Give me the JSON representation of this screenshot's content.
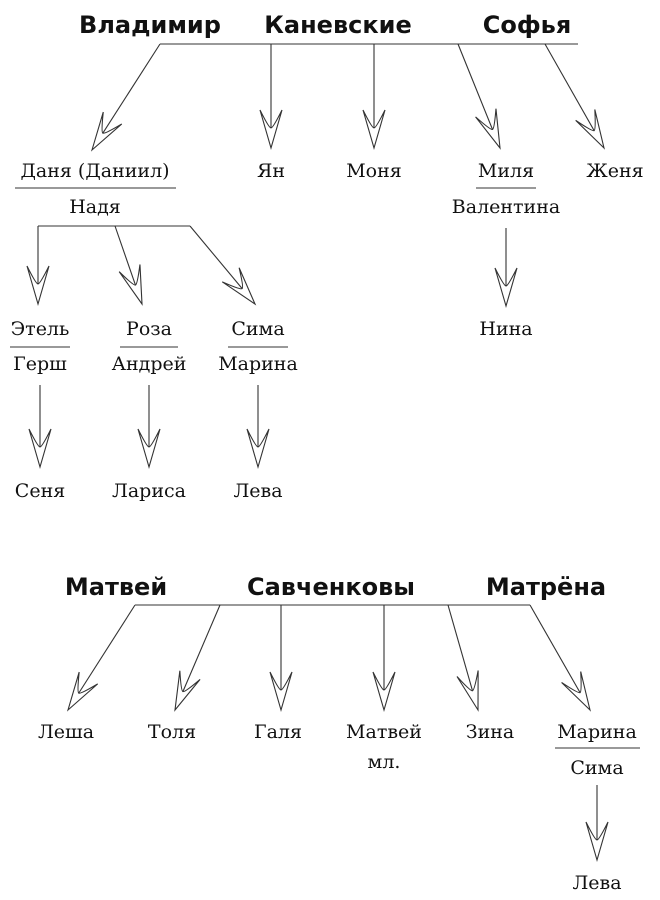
{
  "tree1": {
    "father": "Владимир",
    "family": "Каневские",
    "mother": "Софья",
    "children": {
      "danya": "Даня (Даниил)",
      "nadya": "Надя",
      "yan": "Ян",
      "monya": "Моня",
      "milya": "Миля",
      "valentina": "Валентина",
      "zhenya": "Женя",
      "etel": "Этель",
      "gersh": "Герш",
      "roza": "Роза",
      "andrey": "Андрей",
      "sima": "Сима",
      "marina": "Марина",
      "senya": "Сеня",
      "larisa": "Лариса",
      "leva": "Лева",
      "nina": "Нина"
    }
  },
  "tree2": {
    "father": "Матвей",
    "family": "Савченковы",
    "mother": "Матрёна",
    "children": {
      "lesha": "Леша",
      "tolya": "Толя",
      "galya": "Галя",
      "matvey_jr_1": "Матвей",
      "matvey_jr_2": "мл.",
      "zina": "Зина",
      "marina": "Марина",
      "sima": "Сима",
      "leva": "Лева"
    }
  }
}
